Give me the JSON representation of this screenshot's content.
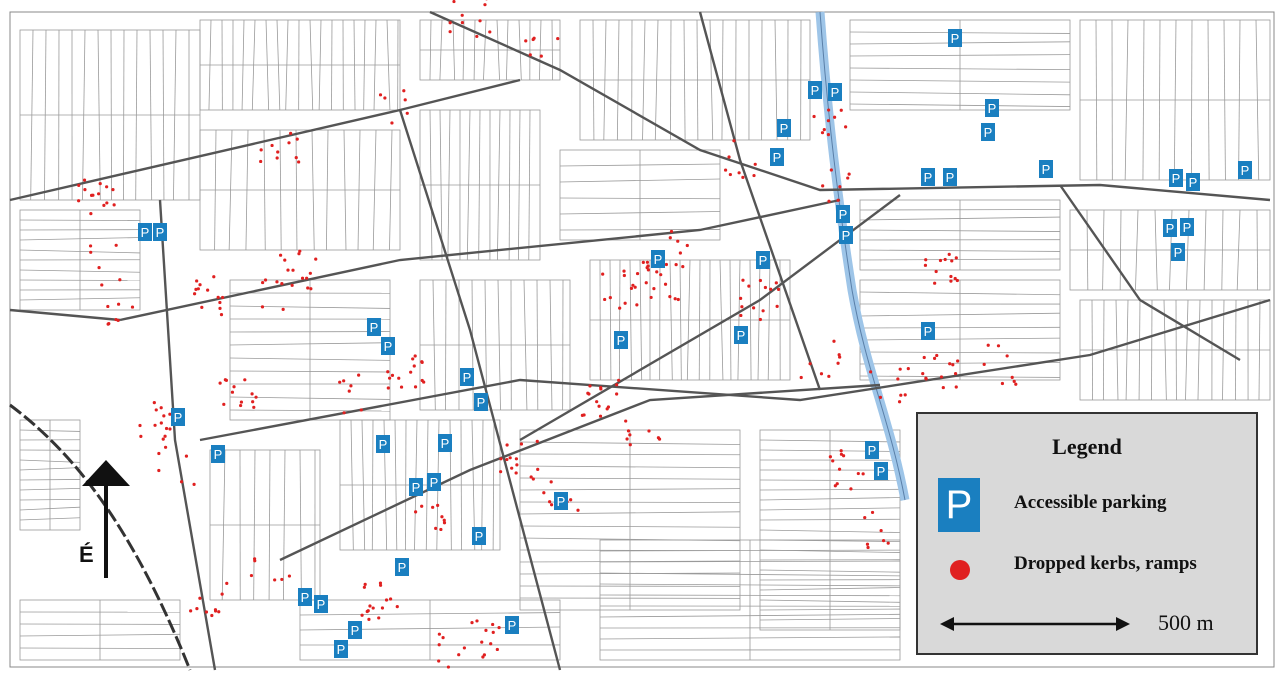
{
  "legend": {
    "title": "Legend",
    "parking_icon": "P",
    "parking_label": "Accessible parking",
    "kerbs_label": "Dropped kerbs, ramps",
    "scale_label": "500 m"
  },
  "north_label": "É",
  "colors": {
    "parking": "#1a7fc0",
    "kerbs": "#e02020",
    "streets": "#7a7a7a",
    "river": "#9ec5e8"
  },
  "icons": [
    "north-arrow-icon",
    "parking-icon",
    "dropped-kerb-dot-icon",
    "scale-bar-icon"
  ]
}
